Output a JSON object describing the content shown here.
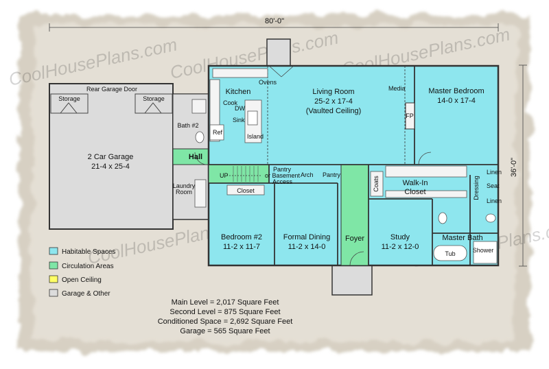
{
  "dimensions": {
    "width": "80'-0\"",
    "depth": "36'-0\""
  },
  "watermark": "CoolHousePlans.com",
  "rooms": {
    "garage": {
      "name": "2 Car Garage",
      "size": "21-4 x 25-4"
    },
    "storage_left": "Storage",
    "storage_right": "Storage",
    "rear_garage_door": "Rear Garage Door",
    "kitchen": "Kitchen",
    "ovens": "Ovens",
    "cook": "Cook",
    "dw": "DW",
    "sink": "Sink",
    "island": "Island",
    "ref": "Ref",
    "bath2": "Bath #2",
    "hall": "Hall",
    "laundry": {
      "line1": "Laundry",
      "line2": "Room"
    },
    "living": {
      "name": "Living Room",
      "size": "25-2 x 17-4",
      "note": "(Vaulted Ceiling)"
    },
    "media": "Media",
    "fp": "FP",
    "master_bedroom": {
      "name": "Master Bedroom",
      "size": "14-0 x 17-4"
    },
    "up": "UP",
    "pantry_or": {
      "line1": "Pantry",
      "line2": "or Basement",
      "line3": "Access"
    },
    "arch": "Arch",
    "pantry": "Pantry",
    "closet": "Closet",
    "coats": "Coats",
    "walkin": {
      "line1": "Walk-In",
      "line2": "Closet"
    },
    "dressing": "Dressing",
    "linen_top": "Linen",
    "seat": "Seat",
    "linen_bottom": "Linen",
    "bedroom2": {
      "name": "Bedroom #2",
      "size": "11-2 x 11-7"
    },
    "formal_dining": {
      "name": "Formal Dining",
      "size": "11-2 x 14-0"
    },
    "foyer": "Foyer",
    "study": {
      "name": "Study",
      "size": "11-2 x 12-0"
    },
    "master_bath": "Master Bath",
    "tub": "Tub",
    "shower": "Shower"
  },
  "legend": [
    {
      "label": "Habitable Spaces",
      "color": "#8ee6ee"
    },
    {
      "label": "Circulation Areas",
      "color": "#7fe6a6"
    },
    {
      "label": "Open Ceiling",
      "color": "#ffff66"
    },
    {
      "label": "Garage & Other",
      "color": "#dcdcdc"
    }
  ],
  "stats": [
    "Main Level = 2,017 Square Feet",
    "Second Level = 875 Square Feet",
    "Conditioned Space = 2,692 Square Feet",
    "Garage = 565 Square Feet"
  ],
  "colors": {
    "habitable": "#8ee6ee",
    "circulation": "#7fe6a6",
    "garage": "#dcdcdc",
    "wall": "#333333"
  }
}
